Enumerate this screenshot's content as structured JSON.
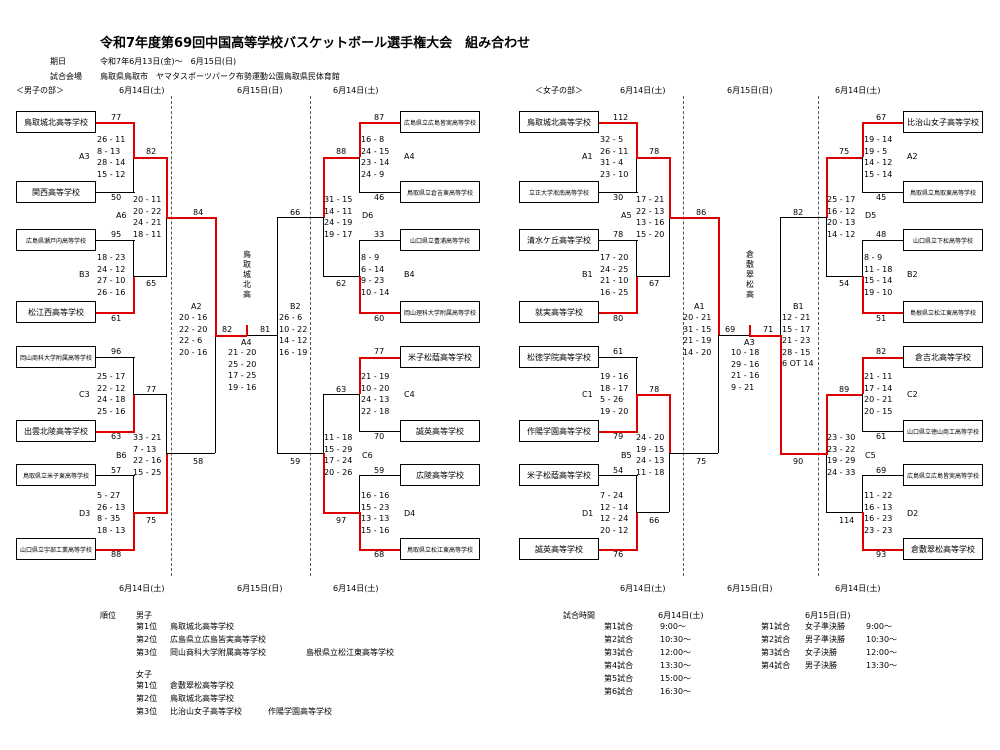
{
  "title": "令和7年度第69回中国高等学校バスケットボール選手権大会　組み合わせ",
  "meta": {
    "period_label": "期日",
    "period_value": "令和7年6月13日(金)～　6月15日(日)",
    "venue_label": "試合会場",
    "venue_value": "鳥取県鳥取市　ヤマタスポーツパーク布勢運動公園鳥取県民体育館"
  },
  "dates": {
    "d14": "6月14日(土)",
    "d15": "6月15日(日)"
  },
  "sections": {
    "boys": "＜男子の部＞",
    "girls": "＜女子の部＞"
  },
  "boys": {
    "left_teams": [
      "鳥取城北高等学校",
      "関西高等学校",
      "広島県瀬戸内高等学校",
      "松江西高等学校",
      "岡山商科大学附属高等学校",
      "出雲北陵高等学校",
      "鳥取県立米子東高等学校",
      "山口県立宇部工業高等学校"
    ],
    "left_scores": [
      "77",
      "50",
      "95",
      "61",
      "96",
      "63",
      "57",
      "88"
    ],
    "right_teams": [
      "広島県立広島皆実高等学校",
      "鳥取県立倉吉東高等学校",
      "山口県立豊浦高等学校",
      "岡山理科大学附属高等学校",
      "米子松蔭高等学校",
      "誠英高等学校",
      "広陵高等学校",
      "鳥取県立松江東高等学校"
    ],
    "right_scores": [
      "87",
      "46",
      "33",
      "60",
      "77",
      "70",
      "59",
      "68"
    ],
    "game_labels": [
      "A3",
      "B3",
      "C3",
      "D3",
      "A4",
      "B4",
      "C4",
      "D4",
      "A6",
      "B6",
      "D6",
      "C6",
      "A2",
      "B2",
      "A4"
    ],
    "periods": {
      "A3": [
        "26 - 11",
        "8 - 13",
        "28 - 14",
        "15 - 12"
      ],
      "B3": [
        "18 - 23",
        "24 - 12",
        "27 - 10",
        "26 - 16"
      ],
      "C3": [
        "25 - 17",
        "22 - 12",
        "24 - 18",
        "25 - 16"
      ],
      "D3": [
        "5 - 27",
        "26 - 13",
        "8 - 35",
        "18 - 13"
      ],
      "A4": [
        "16 - 8",
        "24 - 15",
        "23 - 14",
        "24 - 9"
      ],
      "B4": [
        "8 - 9",
        "6 - 14",
        "9 - 23",
        "10 - 14"
      ],
      "C4": [
        "21 - 19",
        "10 - 20",
        "24 - 13",
        "22 - 18"
      ],
      "D4": [
        "16 - 16",
        "15 - 23",
        "13 - 13",
        "15 - 16"
      ],
      "A6": [
        "20 - 11",
        "20 - 22",
        "24 - 21",
        "18 - 11"
      ],
      "B6": [
        "33 - 21",
        "7 - 13",
        "22 - 16",
        "15 - 25"
      ],
      "D6": [
        "31 - 15",
        "14 - 11",
        "24 - 19",
        "19 - 17"
      ],
      "C6": [
        "11 - 18",
        "15 - 29",
        "17 - 24",
        "20 - 26"
      ],
      "A2": [
        "20 - 16",
        "22 - 20",
        "22 - 6",
        "20 - 16"
      ],
      "B2": [
        "26 - 6",
        "10 - 22",
        "14 - 12",
        "16 - 19"
      ],
      "final": [
        "21 - 20",
        "25 - 20",
        "17 - 25",
        "19 - 16"
      ]
    },
    "r2_left": [
      "82",
      "65",
      "77",
      "75"
    ],
    "r2_right": [
      "88",
      "62",
      "63",
      "97"
    ],
    "r3": [
      "84",
      "58",
      "66",
      "59"
    ],
    "final_scores": [
      "82",
      "81"
    ],
    "final_label": "A4",
    "champion": "鳥取城北高等学校"
  },
  "girls": {
    "left_teams": [
      "鳥取城北高等学校",
      "立正大学淞南高等学校",
      "清水ケ丘高等学校",
      "就実高等学校",
      "松徳学院高等学校",
      "作陽学園高等学校",
      "米子松蔭高等学校",
      "誠英高等学校"
    ],
    "left_scores": [
      "112",
      "30",
      "78",
      "80",
      "61",
      "79",
      "54",
      "76"
    ],
    "right_teams": [
      "比治山女子高等学校",
      "鳥取県立鳥取東高等学校",
      "山口県立下松高等学校",
      "島根県立松江東高等学校",
      "倉吉北高等学校",
      "山口県立徳山商工高等学校",
      "広島県立広島皆実高等学校",
      "倉敷翠松高等学校"
    ],
    "right_scores": [
      "67",
      "45",
      "48",
      "51",
      "82",
      "61",
      "69",
      "93"
    ],
    "game_labels": [
      "A1",
      "B1",
      "C1",
      "D1",
      "A2",
      "B2",
      "C2",
      "D2",
      "A5",
      "B5",
      "D5",
      "C5",
      "A1",
      "B1",
      "A3"
    ],
    "periods": {
      "A1": [
        "32 - 5",
        "26 - 11",
        "31 - 4",
        "23 - 10"
      ],
      "B1": [
        "17 - 20",
        "24 - 25",
        "21 - 10",
        "16 - 25"
      ],
      "C1": [
        "19 - 16",
        "18 - 17",
        "5 - 26",
        "19 - 20"
      ],
      "D1": [
        "7 - 24",
        "12 - 14",
        "12 - 24",
        "20 - 12"
      ],
      "A2": [
        "19 - 14",
        "19 - 5",
        "14 - 12",
        "15 - 14"
      ],
      "B2": [
        "8 - 9",
        "11 - 18",
        "15 - 14",
        "19 - 10"
      ],
      "C2": [
        "21 - 11",
        "17 - 14",
        "20 - 21",
        "20 - 15"
      ],
      "D2": [
        "11 - 22",
        "16 - 13",
        "16 - 23",
        "23 - 23"
      ],
      "A5": [
        "17 - 21",
        "22 - 13",
        "13 - 16",
        "15 - 20"
      ],
      "B5": [
        "24 - 20",
        "19 - 15",
        "24 - 13",
        "11 - 18"
      ],
      "D5": [
        "25 - 17",
        "16 - 12",
        "20 - 13",
        "14 - 12"
      ],
      "C5": [
        "23 - 30",
        "23 - 22",
        "19 - 29",
        "24 - 33"
      ],
      "A1f": [
        "20 - 21",
        "31 - 15",
        "21 - 19",
        "14 - 20"
      ],
      "B1f": [
        "12 - 21",
        "15 - 17",
        "21 - 23",
        "28 - 15",
        "6 OT 14"
      ],
      "final": [
        "10 - 18",
        "29 - 16",
        "21 - 16",
        "9 - 21"
      ]
    },
    "r2_left": [
      "78",
      "67",
      "78",
      "66"
    ],
    "r2_right": [
      "75",
      "54",
      "89",
      "114"
    ],
    "r3": [
      "86",
      "75",
      "82",
      "90"
    ],
    "final_scores": [
      "69",
      "71"
    ],
    "final_label": "A3",
    "champion": "倉敷翠松高等学校"
  },
  "results": {
    "rank_label": "順位",
    "boys_label": "男子",
    "girls_label": "女子",
    "boys": [
      [
        "第1位",
        "鳥取城北高等学校",
        ""
      ],
      [
        "第2位",
        "広島県立広島皆実高等学校",
        ""
      ],
      [
        "第3位",
        "岡山商科大学附属高等学校",
        "島根県立松江東高等学校"
      ]
    ],
    "girls": [
      [
        "第1位",
        "倉敷翠松高等学校",
        ""
      ],
      [
        "第2位",
        "鳥取城北高等学校",
        ""
      ],
      [
        "第3位",
        "比治山女子高等学校",
        "作陽学園高等学校"
      ]
    ]
  },
  "schedule": {
    "label": "試合時間",
    "day1": "6月14日(土)",
    "day2": "6月15日(日)",
    "day1_games": [
      [
        "第1試合",
        "9:00～"
      ],
      [
        "第2試合",
        "10:30～"
      ],
      [
        "第3試合",
        "12:00～"
      ],
      [
        "第4試合",
        "13:30～"
      ],
      [
        "第5試合",
        "15:00～"
      ],
      [
        "第6試合",
        "16:30～"
      ]
    ],
    "day2_games": [
      [
        "第1試合",
        "女子準決勝",
        "9:00～"
      ],
      [
        "第2試合",
        "男子準決勝",
        "10:30～"
      ],
      [
        "第3試合",
        "女子決勝",
        "12:00～"
      ],
      [
        "第4試合",
        "男子決勝",
        "13:30～"
      ]
    ]
  }
}
